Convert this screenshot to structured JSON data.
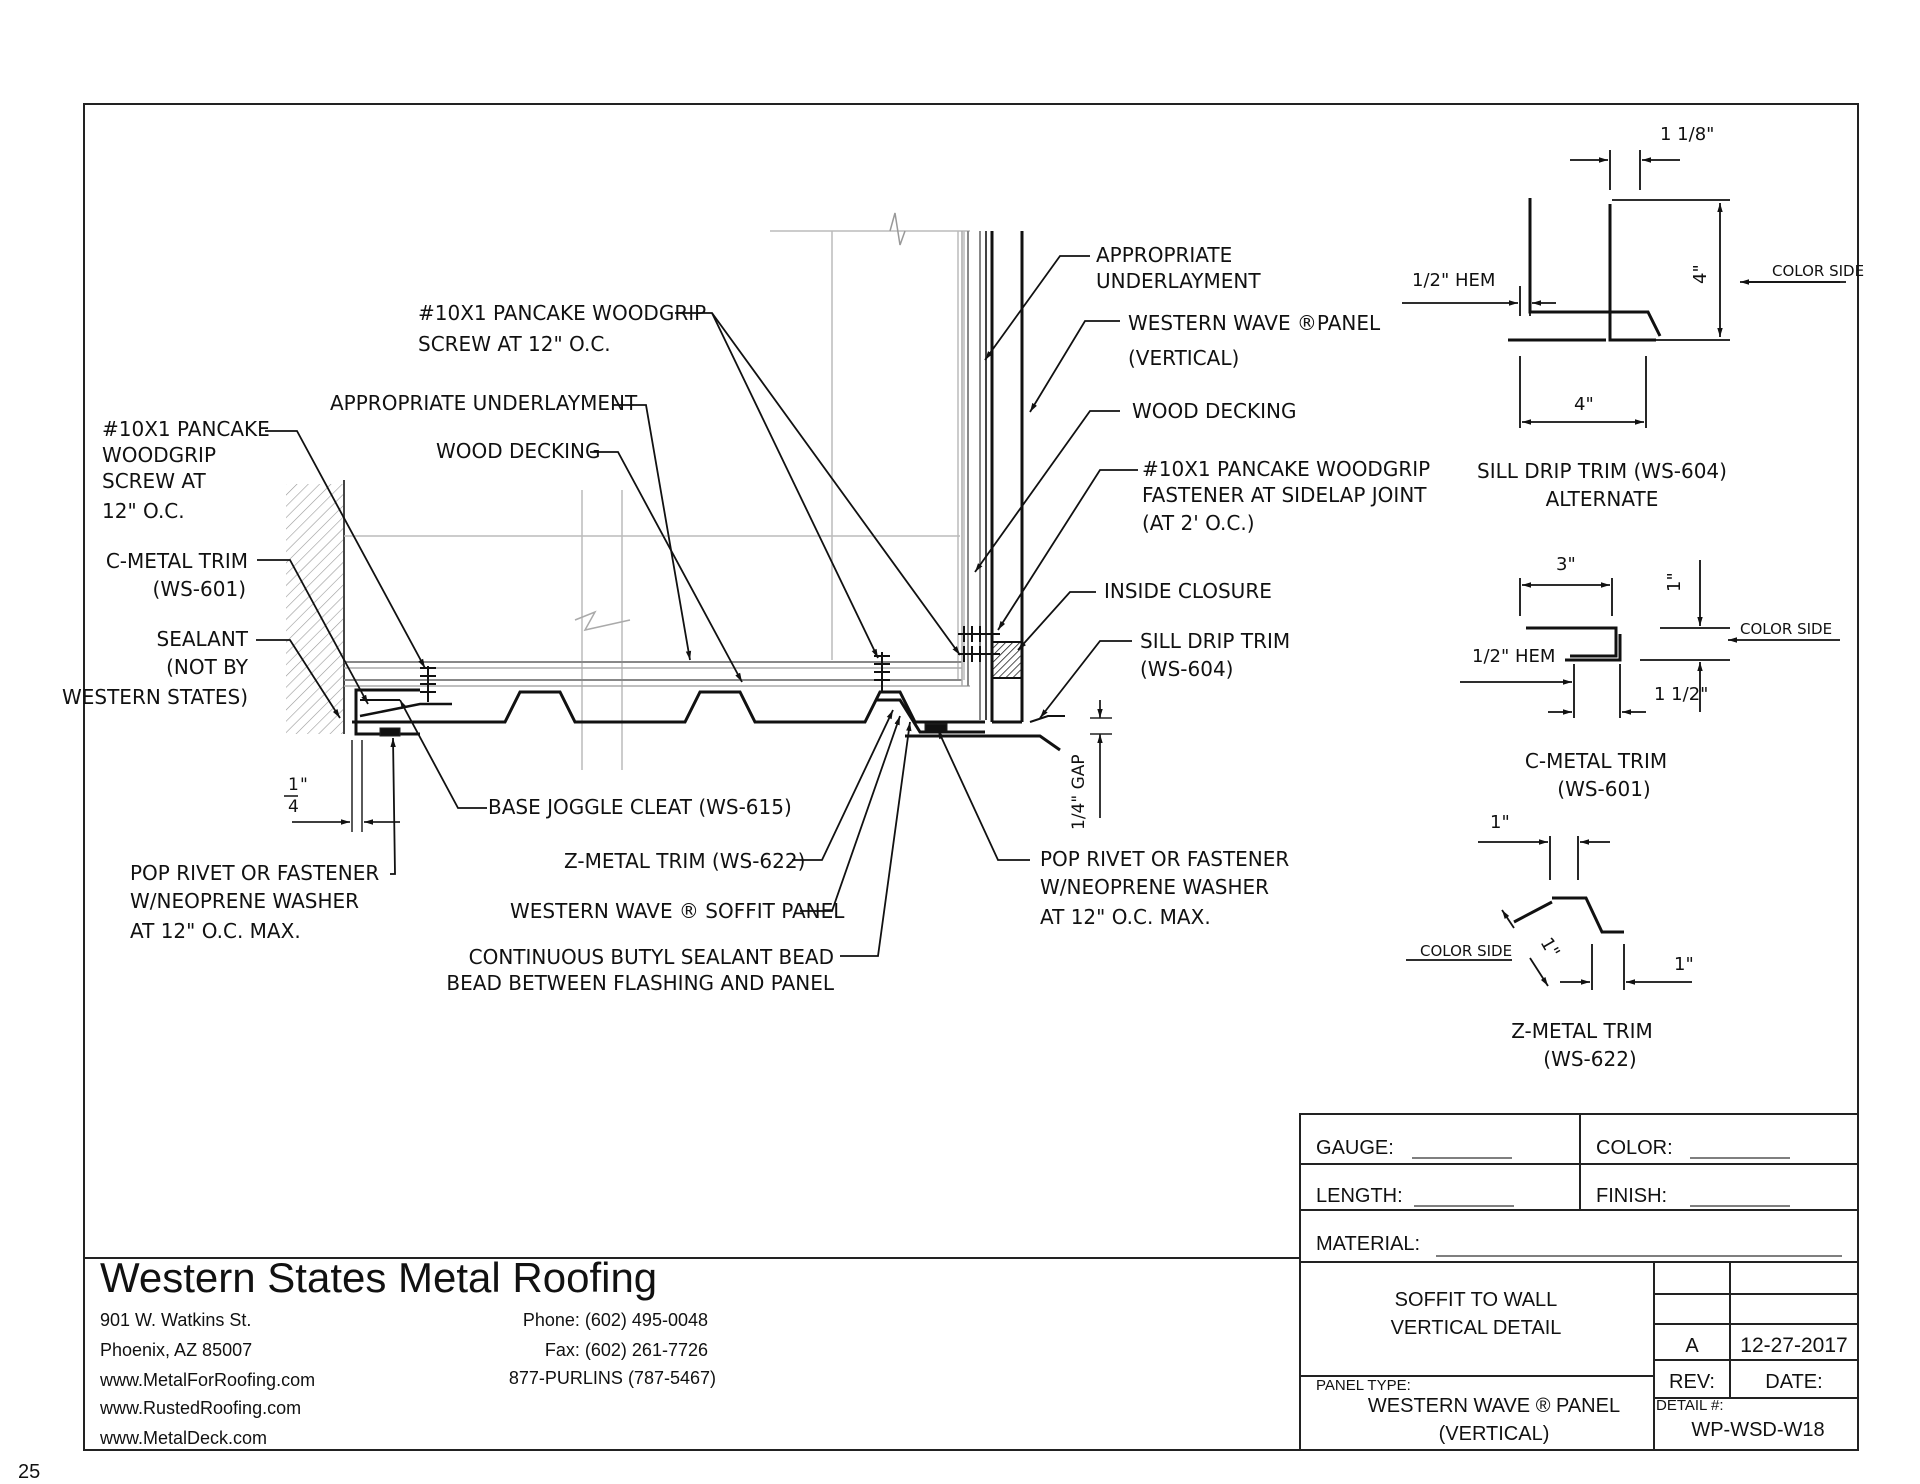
{
  "page_number": "25",
  "main_labels": {
    "appropriate_underlayment_top": [
      "APPROPRIATE",
      "UNDERLAYMENT"
    ],
    "western_wave_panel_vertical": [
      "WESTERN WAVE ®PANEL",
      "(VERTICAL)"
    ],
    "wood_decking_right": "WOOD DECKING",
    "fastener_sidelap": [
      "#10X1 PANCAKE WOODGRIP",
      "FASTENER AT SIDELAP JOINT",
      "(AT 2' O.C.)"
    ],
    "inside_closure": "INSIDE CLOSURE",
    "sill_drip_trim": [
      "SILL DRIP TRIM",
      "(WS-604)"
    ],
    "screw_top": [
      "#10X1 PANCAKE WOODGRIP",
      "SCREW AT 12\" O.C."
    ],
    "appropriate_underlayment_left": "APPROPRIATE UNDERLAYMENT",
    "wood_decking_left": "WOOD DECKING",
    "screw_left": [
      "#10X1 PANCAKE",
      "WOODGRIP",
      "SCREW AT",
      "12\" O.C."
    ],
    "c_metal_trim": [
      "C-METAL TRIM",
      "(WS-601)"
    ],
    "sealant": [
      "SEALANT",
      "(NOT BY",
      "WESTERN STATES)"
    ],
    "quarter_dim": [
      "1",
      "4",
      "\""
    ],
    "base_joggle_cleat": "BASE JOGGLE CLEAT (WS-615)",
    "pop_rivet_left": [
      "POP RIVET OR FASTENER",
      "W/NEOPRENE WASHER",
      "AT 12\" O.C. MAX."
    ],
    "z_metal_trim": "Z-METAL TRIM (WS-622)",
    "soffit_panel": "WESTERN WAVE ® SOFFIT PANEL",
    "butyl_sealant": [
      "CONTINUOUS BUTYL SEALANT BEAD",
      "BEAD BETWEEN FLASHING AND PANEL"
    ],
    "pop_rivet_right": [
      "POP RIVET OR FASTENER",
      "W/NEOPRENE WASHER",
      "AT 12\" O.C. MAX."
    ],
    "gap_dim": "1/4\" GAP"
  },
  "side_details": {
    "sill_drip": {
      "dim_top": "1 1/8\"",
      "hem": "1/2\" HEM",
      "height": "4\"",
      "color_side": "COLOR SIDE",
      "width": "4\"",
      "title": [
        "SILL DRIP TRIM (WS-604)",
        "ALTERNATE"
      ]
    },
    "c_metal": {
      "width": "3\"",
      "height": "1\"",
      "color_side": "COLOR SIDE",
      "hem": "1/2\" HEM",
      "lip": "1 1/2\"",
      "title": [
        "C-METAL TRIM",
        "(WS-601)"
      ]
    },
    "z_metal": {
      "dim_top": "1\"",
      "slope": "1\"",
      "color_side": "COLOR SIDE",
      "dim_right": "1\"",
      "title": [
        "Z-METAL TRIM",
        "(WS-622)"
      ]
    }
  },
  "company": {
    "name": "Western States Metal Roofing",
    "address1": "901 W. Watkins St.",
    "address2": "Phoenix, AZ 85007",
    "web1": "www.MetalForRoofing.com",
    "web2": "www.RustedRoofing.com",
    "web3": "www.MetalDeck.com",
    "phone": "Phone: (602) 495-0048",
    "fax": "Fax: (602) 261-7726",
    "tollfree": "877-PURLINS (787-5467)"
  },
  "title_block": {
    "gauge_label": "GAUGE:",
    "color_label": "COLOR:",
    "length_label": "LENGTH:",
    "finish_label": "FINISH:",
    "material_label": "MATERIAL:",
    "title_line1": "SOFFIT TO WALL",
    "title_line2": "VERTICAL DETAIL",
    "rev_value": "A",
    "date_value": "12-27-2017",
    "rev_label": "REV:",
    "date_label": "DATE:",
    "panel_type_label": "PANEL TYPE:",
    "panel_type_line1": "WESTERN WAVE ® PANEL",
    "panel_type_line2": "(VERTICAL)",
    "detail_label": "DETAIL #:",
    "detail_value": "WP-WSD-W18"
  }
}
